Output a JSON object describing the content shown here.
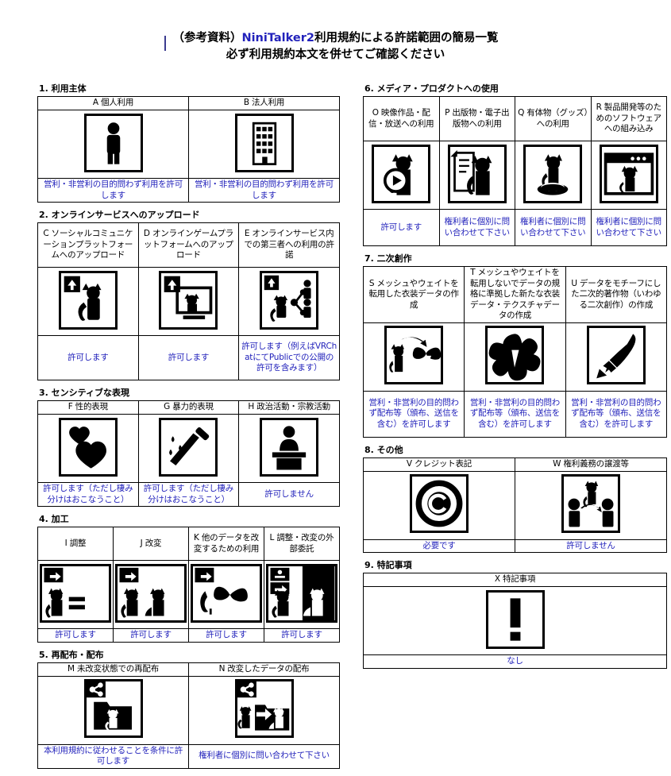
{
  "title": {
    "line1_prefix": "（参考資料）",
    "line1_brand": "NiniTalker2",
    "line1_suffix": "利用規約による許諾範囲の簡易一覧",
    "line2": "必ず利用規約本文を併せてご確認ください",
    "brand_color": "#2222bb"
  },
  "note_color": "#2222bb",
  "sections": [
    {
      "id": "s1",
      "heading": "1. 利用主体",
      "columns": 2,
      "items": [
        {
          "code": "A",
          "label": "A 個人利用",
          "icon": "person-icon",
          "note": "営利・非営利の目的問わず利用を許可します"
        },
        {
          "code": "B",
          "label": "B 法人利用",
          "icon": "building-icon",
          "note": "営利・非営利の目的問わず利用を許可します"
        }
      ]
    },
    {
      "id": "s2",
      "heading": "2. オンラインサービスへのアップロード",
      "columns": 3,
      "items": [
        {
          "code": "C",
          "label": "C ソーシャルコミュニケーションプラットフォームへのアップロード",
          "icon": "upload-cat-icon",
          "note": "許可します"
        },
        {
          "code": "D",
          "label": "D オンラインゲームプラットフォームへのアップロード",
          "icon": "upload-monitor-cat-icon",
          "note": "許可します"
        },
        {
          "code": "E",
          "label": "E オンラインサービス内での第三者への利用の許諾",
          "icon": "upload-share-people-icon",
          "note": "許可します（例えばVRChatにてPublicでの公開の許可を含みます）"
        }
      ]
    },
    {
      "id": "s3",
      "heading": "3. センシティブな表現",
      "columns": 3,
      "items": [
        {
          "code": "F",
          "label": "F 性的表現",
          "icon": "hearts-icon",
          "note": "許可します（ただし棲み分けはおこなうこと）"
        },
        {
          "code": "G",
          "label": "G 暴力的表現",
          "icon": "knife-icon",
          "note": "許可します（ただし棲み分けはおこなうこと）"
        },
        {
          "code": "H",
          "label": "H 政治活動・宗教活動",
          "icon": "podium-speaker-icon",
          "note": "許可しません"
        }
      ]
    },
    {
      "id": "s4",
      "heading": "4. 加工",
      "columns": 4,
      "items": [
        {
          "code": "I",
          "label": "I 調整",
          "icon": "arrow-cat-equal-icon",
          "note": "許可します"
        },
        {
          "code": "J",
          "label": "J 改変",
          "icon": "arrow-cat-modify-icon",
          "note": "許可します"
        },
        {
          "code": "K",
          "label": "K 他のデータを改変するための利用",
          "icon": "arrow-cat-other-data-icon",
          "note": "許可します"
        },
        {
          "code": "L",
          "label": "L 調整・改変の外部委託",
          "icon": "outsourcing-cats-icon",
          "note": "許可します"
        }
      ]
    },
    {
      "id": "s5",
      "heading": "5. 再配布・配布",
      "columns": 2,
      "items": [
        {
          "code": "M",
          "label": "M 未改変状態での再配布",
          "icon": "share-folder-cat-icon",
          "note": "本利用規約に従わせることを条件に許可します"
        },
        {
          "code": "N",
          "label": "N 改変したデータの配布",
          "icon": "share-modified-cat-icon",
          "note": "権利者に個別に問い合わせて下さい"
        }
      ]
    },
    {
      "id": "s6",
      "heading": "6. メディア・プロダクトへの使用",
      "columns": 4,
      "items": [
        {
          "code": "O",
          "label": "O 映像作品・配信・放送への利用",
          "icon": "play-cat-icon",
          "note": "許可します"
        },
        {
          "code": "P",
          "label": "P 出版物・電子出版物への利用",
          "icon": "document-cat-icon",
          "note": "権利者に個別に問い合わせて下さい"
        },
        {
          "code": "Q",
          "label": "Q 有体物（グッズ）への利用",
          "icon": "figure-cat-icon",
          "note": "権利者に個別に問い合わせて下さい"
        },
        {
          "code": "R",
          "label": "R 製品開発等のためのソフトウェアへの組み込み",
          "icon": "window-cat-icon",
          "note": "権利者に個別に問い合わせて下さい"
        }
      ]
    },
    {
      "id": "s7",
      "heading": "7. 二次創作",
      "columns": 3,
      "items": [
        {
          "code": "S",
          "label": "S メッシュやウェイトを転用した衣装データの作成",
          "icon": "cat-to-costume-icon",
          "note": "営利・非営利の目的問わず配布等（頒布、送信を含む）を許可します"
        },
        {
          "code": "T",
          "label": "T メッシュやウェイトを転用しないでデータの規格に準拠した新たな衣装データ・テクスチャデータの作成",
          "icon": "costume-icon",
          "note": "営利・非営利の目的問わず配布等（頒布、送信を含む）を許可します"
        },
        {
          "code": "U",
          "label": "U データをモチーフにした二次的著作物（いわゆる二次創作）の作成",
          "icon": "brush-icon",
          "note": "営利・非営利の目的問わず配布等（頒布、送信を含む）を許可します"
        }
      ]
    },
    {
      "id": "s8",
      "heading": "8. その他",
      "columns": 2,
      "items": [
        {
          "code": "V",
          "label": "V クレジット表記",
          "icon": "copyright-icon",
          "note": "必要です"
        },
        {
          "code": "W",
          "label": "W 権利義務の譲渡等",
          "icon": "transfer-rights-icon",
          "note": "許可しません"
        }
      ]
    },
    {
      "id": "s9",
      "heading": "9. 特記事項",
      "columns": 1,
      "items": [
        {
          "code": "X",
          "label": "X 特記事項",
          "icon": "exclamation-icon",
          "note": "なし"
        }
      ]
    }
  ]
}
